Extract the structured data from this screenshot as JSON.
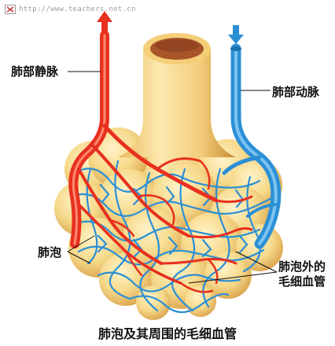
{
  "watermark": {
    "text": "http://www.teachers.net.cn"
  },
  "labels": {
    "pulmonary_vein": "肺部静脉",
    "pulmonary_artery": "肺部动脉",
    "alveolus": "肺泡",
    "capillaries_line1": "肺泡外的",
    "capillaries_line2": "毛细血管"
  },
  "caption": "肺泡及其周围的毛细血管",
  "colors": {
    "vein": "#e8301e",
    "artery": "#2b8fd6",
    "alveolus_fill": "#f6d98a",
    "alveolus_shade": "#d9a24a",
    "lumen": "#a8552a"
  }
}
